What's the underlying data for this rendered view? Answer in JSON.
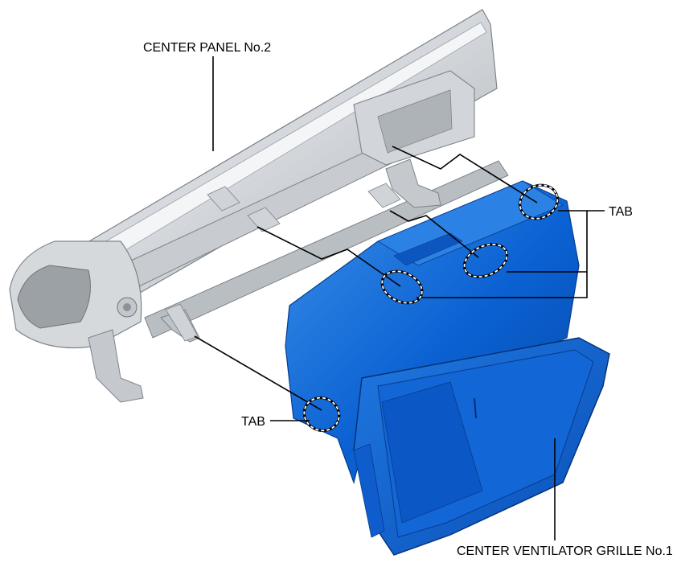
{
  "labels": {
    "center_panel": "CENTER PANEL No.2",
    "tab_right": "TAB",
    "tab_left": "TAB",
    "grille": "CENTER VENTILATOR GRILLE No.1"
  },
  "colors": {
    "panel_light": "#e3e5e7",
    "panel_mid": "#c4c8cc",
    "panel_dark": "#8e9398",
    "grille_light": "#2f86e6",
    "grille_mid": "#0a5fd0",
    "grille_dark": "#063c8c"
  }
}
